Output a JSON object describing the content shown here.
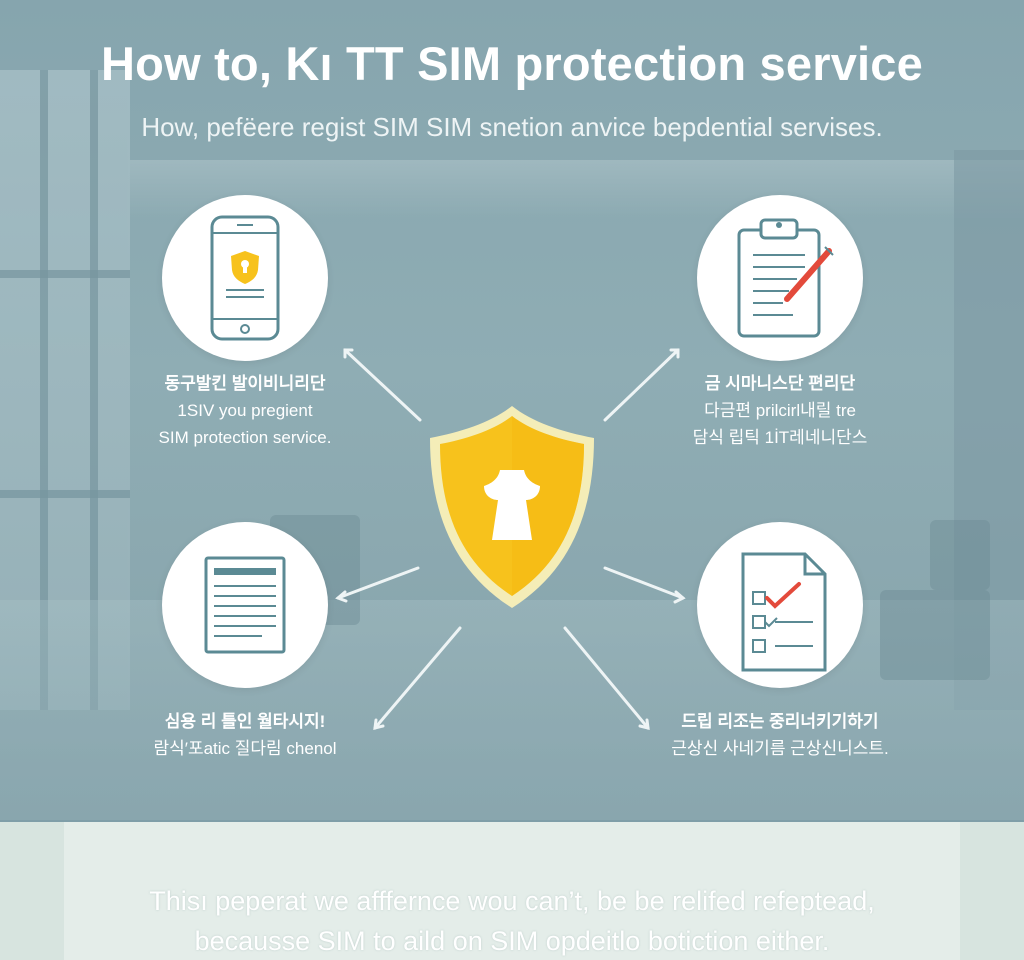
{
  "title": "How  to, Kı TT SIM protection service",
  "subtitle": "How, pefëere regist SIM SIM snetion anvice bepdential servises.",
  "steps": [
    {
      "icon": "smartphone-shield-icon",
      "line1": "동구발킨 발이비니리단",
      "line2": "1SIV you pregient",
      "line3": "SIM protection service."
    },
    {
      "icon": "clipboard-pen-icon",
      "line1": "금 시마니스단 편리단",
      "line2": "다금편 prilcirl내릴 tre",
      "line3": "담식 립틱 1İT레네니단스"
    },
    {
      "icon": "document-lines-icon",
      "line1": "심용 리 틀인 월타시지!",
      "line2": "람식′포atic 질다림 chenol",
      "line3": ""
    },
    {
      "icon": "checklist-document-icon",
      "line1": "드립 리조는 중리너키기하기",
      "line2": "근상신 사네기름 근상신니스트.",
      "line3": ""
    }
  ],
  "center_icon": "shield-keyhole-icon",
  "footer": {
    "line1": "Thisı peperat we afffernce wou can’t, be be relifed refeptead,",
    "line2": "becausse SIM to aild on SIM opdeitlo botiction either."
  },
  "colors": {
    "background": "#86a5ae",
    "accent_yellow": "#f7c21c",
    "icon_stroke": "#5b8a94",
    "pen_red": "#e34a3b",
    "footer_bg": "#d7e4df"
  }
}
